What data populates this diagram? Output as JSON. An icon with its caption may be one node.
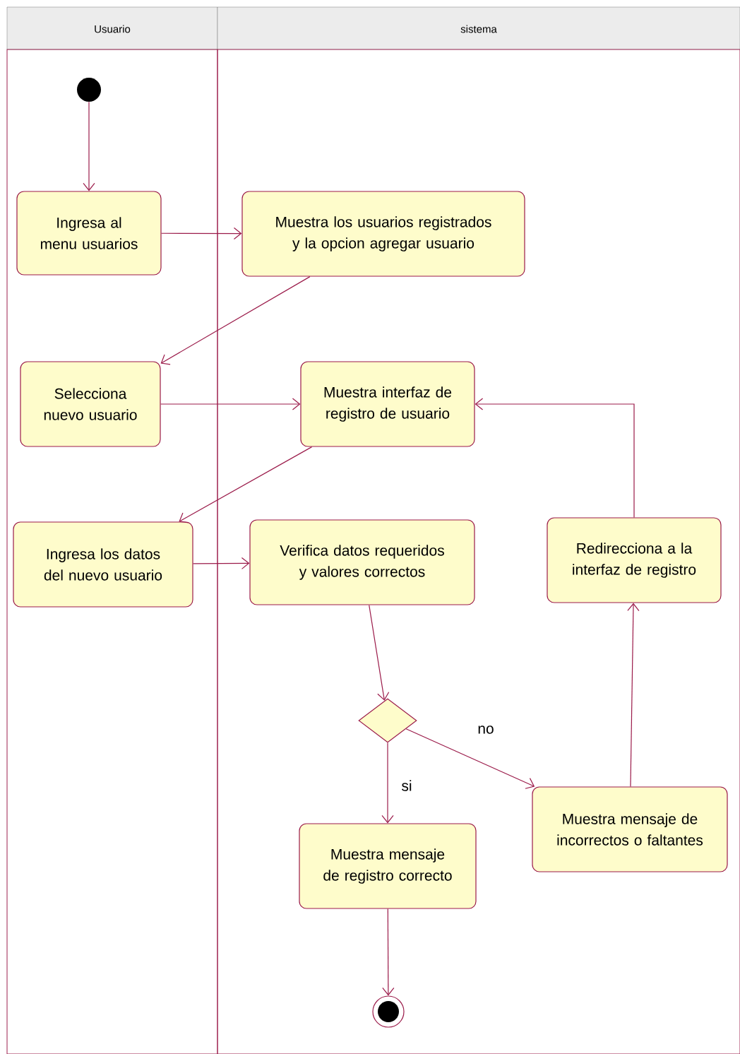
{
  "diagram": {
    "nodes": [
      {
        "text": [
          "Usuario"
        ]
      },
      {
        "text": [
          "sistema"
        ]
      },
      {
        "text": [],
        "shape": "circle",
        "in": 0
      },
      {
        "text": [
          "Ingresa al menu usuarios"
        ],
        "in": 0
      },
      {
        "text": [
          "Muestra los usuarios registrados y la opcion agregar usuario"
        ],
        "in": 1
      },
      {
        "text": [
          "Selecciona nuevo usuario"
        ],
        "in": 0
      },
      {
        "text": [
          "Muestra interfaz de registro de usuario"
        ],
        "in": 1
      },
      {
        "text": [
          "Ingresa los datos del nuevo usuario"
        ],
        "in": 0
      },
      {
        "text": [
          "Verifica datos requeridos y valores correctos"
        ],
        "in": 1
      },
      {
        "text": [
          "Redirecciona a la interfaz de registro"
        ],
        "in": 1
      },
      {
        "text": [],
        "shape": "diamond",
        "in": 1
      },
      {
        "text": [
          "Muestra mensaje de incorrectos o faltantes"
        ],
        "in": 1
      },
      {
        "text": [
          "Muestra mensaje de registro correcto"
        ],
        "in": 1
      },
      {
        "text": [],
        "shape": "bullseye",
        "in": 1
      }
    ],
    "edges": [
      {
        "from": 2,
        "to": 3,
        "arrow": "to"
      },
      {
        "from": 3,
        "to": 4,
        "arrow": "to"
      },
      {
        "from": 4,
        "to": 5,
        "arrow": "to"
      },
      {
        "from": 5,
        "to": 6,
        "arrow": "to"
      },
      {
        "from": 6,
        "to": 7,
        "arrow": "to"
      },
      {
        "from": 7,
        "to": 8,
        "arrow": "to"
      },
      {
        "from": 8,
        "to": 10,
        "arrow": "to"
      },
      {
        "from": 10,
        "to": 11,
        "arrow": "to",
        "label": "no"
      },
      {
        "from": 10,
        "to": 12,
        "arrow": "to",
        "label": "si"
      },
      {
        "from": 11,
        "to": 9,
        "arrow": "to"
      },
      {
        "from": 9,
        "to": 6,
        "arrow": "to"
      },
      {
        "from": 12,
        "to": 13,
        "arrow": "to"
      }
    ]
  }
}
